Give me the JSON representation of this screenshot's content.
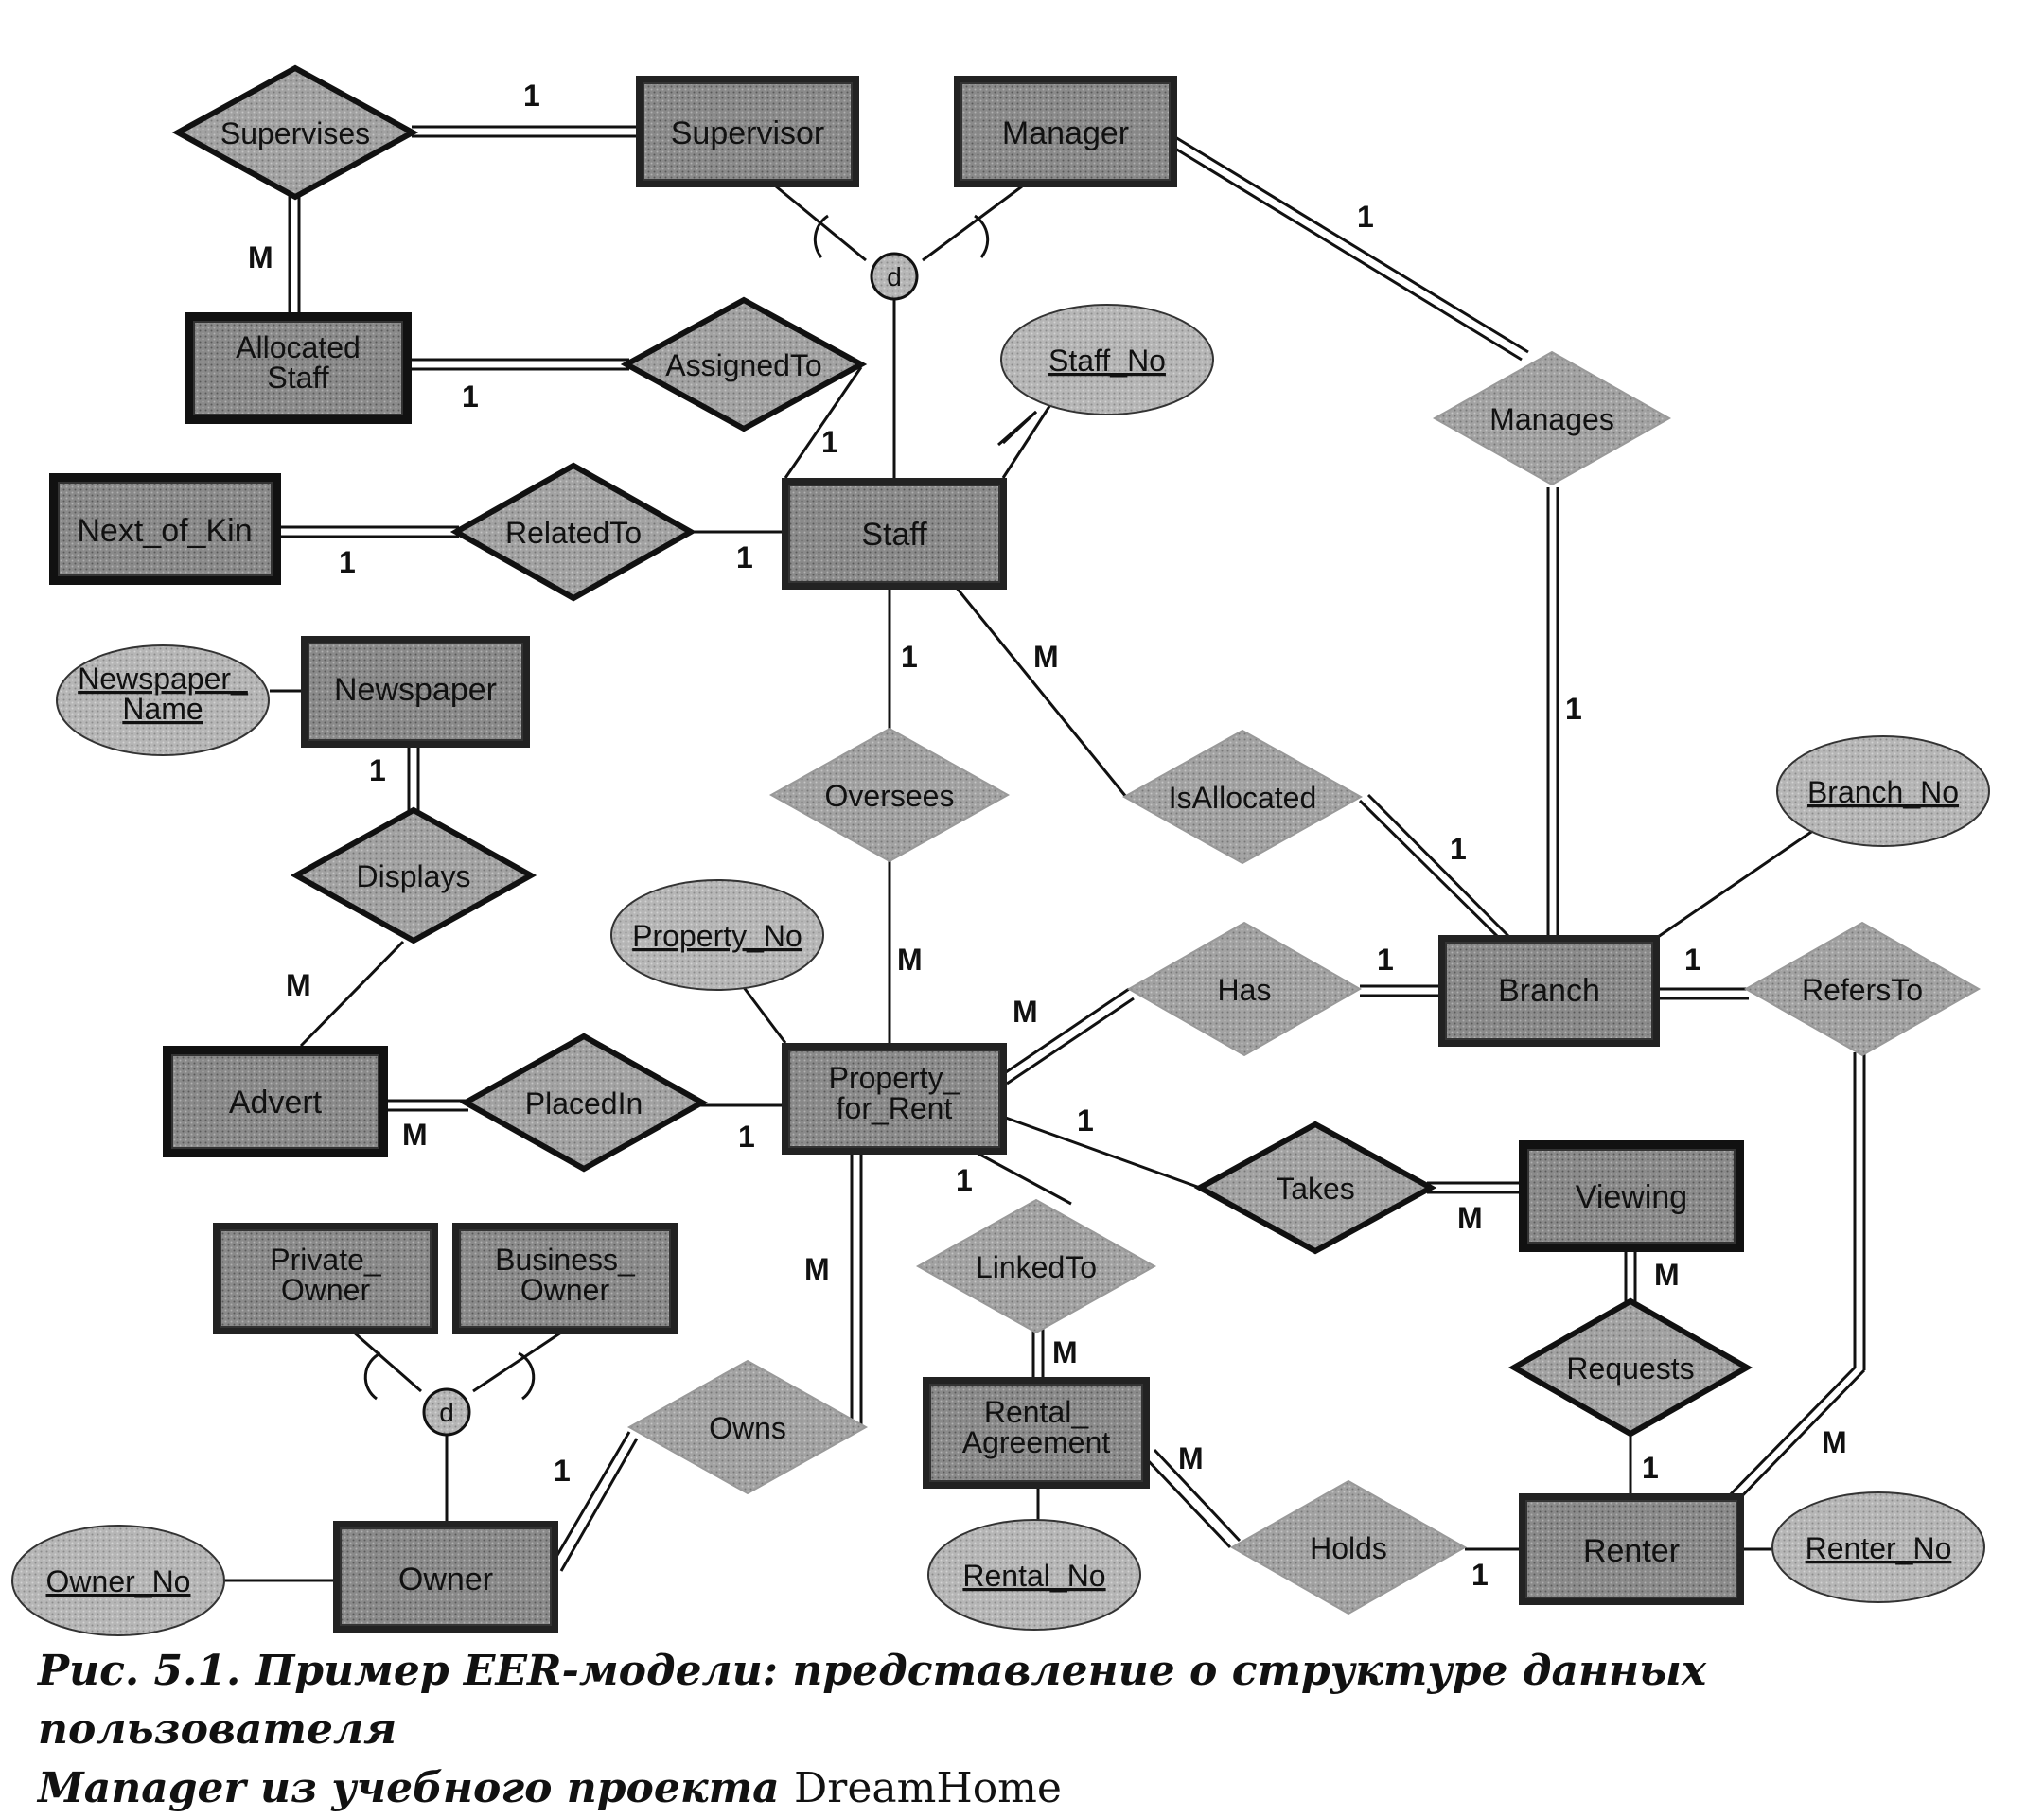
{
  "entities": {
    "supervisor": "Supervisor",
    "manager": "Manager",
    "allocated_staff": "Allocated\nStaff",
    "next_of_kin": "Next_of_Kin",
    "staff": "Staff",
    "newspaper": "Newspaper",
    "advert": "Advert",
    "property_for_rent": "Property_\nfor_Rent",
    "branch": "Branch",
    "viewing": "Viewing",
    "private_owner": "Private_\nOwner",
    "business_owner": "Business_\nOwner",
    "owner": "Owner",
    "rental_agreement": "Rental_\nAgreement",
    "renter": "Renter"
  },
  "relationships": {
    "supervises": "Supervises",
    "assigned_to": "AssignedTo",
    "related_to": "RelatedTo",
    "manages": "Manages",
    "oversees": "Oversees",
    "is_allocated": "IsAllocated",
    "displays": "Displays",
    "has": "Has",
    "refers_to": "RefersTo",
    "placed_in": "PlacedIn",
    "takes": "Takes",
    "linked_to": "LinkedTo",
    "requests": "Requests",
    "owns": "Owns",
    "holds": "Holds"
  },
  "attributes": {
    "staff_no": "Staff_No",
    "newspaper_name": "Newspaper_\nName",
    "branch_no": "Branch_No",
    "property_no": "Property_No",
    "owner_no": "Owner_No",
    "rental_no": "Rental_No",
    "renter_no": "Renter_No"
  },
  "specialization": {
    "staff_disjoint": "d",
    "owner_disjoint": "d"
  },
  "cardinalities": {
    "supervises_supervisor": "1",
    "supervises_allocated": "M",
    "allocated_assigned": "1",
    "assigned_staff": "1",
    "nextofkin_related": "1",
    "related_staff": "1",
    "manager_manages": "1",
    "manages_branch": "1",
    "staff_oversees": "1",
    "oversees_property": "M",
    "staff_isallocated": "M",
    "isallocated_branch": "1",
    "newspaper_displays": "1",
    "displays_advert": "M",
    "advert_placedin": "M",
    "placedin_property": "1",
    "property_has": "M",
    "has_branch": "1",
    "branch_refersto": "1",
    "refersto_renter": "M",
    "property_takes": "1",
    "takes_viewing": "M",
    "viewing_requests": "M",
    "requests_renter": "1",
    "property_linkedto": "1",
    "linkedto_rental": "M",
    "property_owns": "M",
    "owns_owner": "1",
    "rental_holds": "M",
    "holds_renter": "1"
  },
  "caption": {
    "line1": "Рис. 5.1. Пример EER-модели: представление о структуре данных пользователя",
    "line2_italic": "Manager из учебного проекта ",
    "line2_plain": "DreamHome"
  },
  "colors": {
    "entity_fill": "#7a7a7a",
    "relationship_fill": "#9c9c9c",
    "attribute_fill": "#b4b4b4",
    "line": "#111111"
  }
}
